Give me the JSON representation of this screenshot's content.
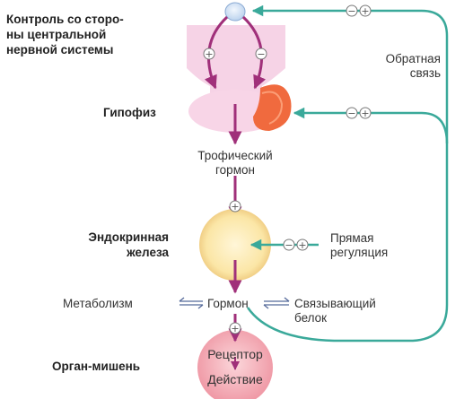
{
  "labels": {
    "cns_control_line1": "Контроль со сторо-",
    "cns_control_line2": "ны центральной",
    "cns_control_line3": "нервной системы",
    "pituitary": "Гипофиз",
    "trophic_hormone_line1": "Трофический",
    "trophic_hormone_line2": "гормон",
    "endocrine_gland_line1": "Эндокринная",
    "endocrine_gland_line2": "железа",
    "metabolism": "Метаболизм",
    "hormone": "Гормон",
    "binding_protein_line1": "Связывающий",
    "binding_protein_line2": "белок",
    "target_organ": "Орган-мишень",
    "receptor": "Рецептор",
    "action": "Действие",
    "feedback_line1": "Обратная",
    "feedback_line2": "связь",
    "direct_regulation_line1": "Прямая",
    "direct_regulation_line2": "регуляция"
  },
  "signs": {
    "plus": "+",
    "minus": "−"
  },
  "colors": {
    "arrow_main": "#a0307a",
    "feedback": "#3aa99a",
    "hypothalamus": "#f6d3e6",
    "pituitary_anterior": "#f8d5e7",
    "pituitary_posterior": "#f06a3e",
    "neuron": "#d7e6f7",
    "gland": "#fbe9b0",
    "target": "#f4a8b2"
  }
}
